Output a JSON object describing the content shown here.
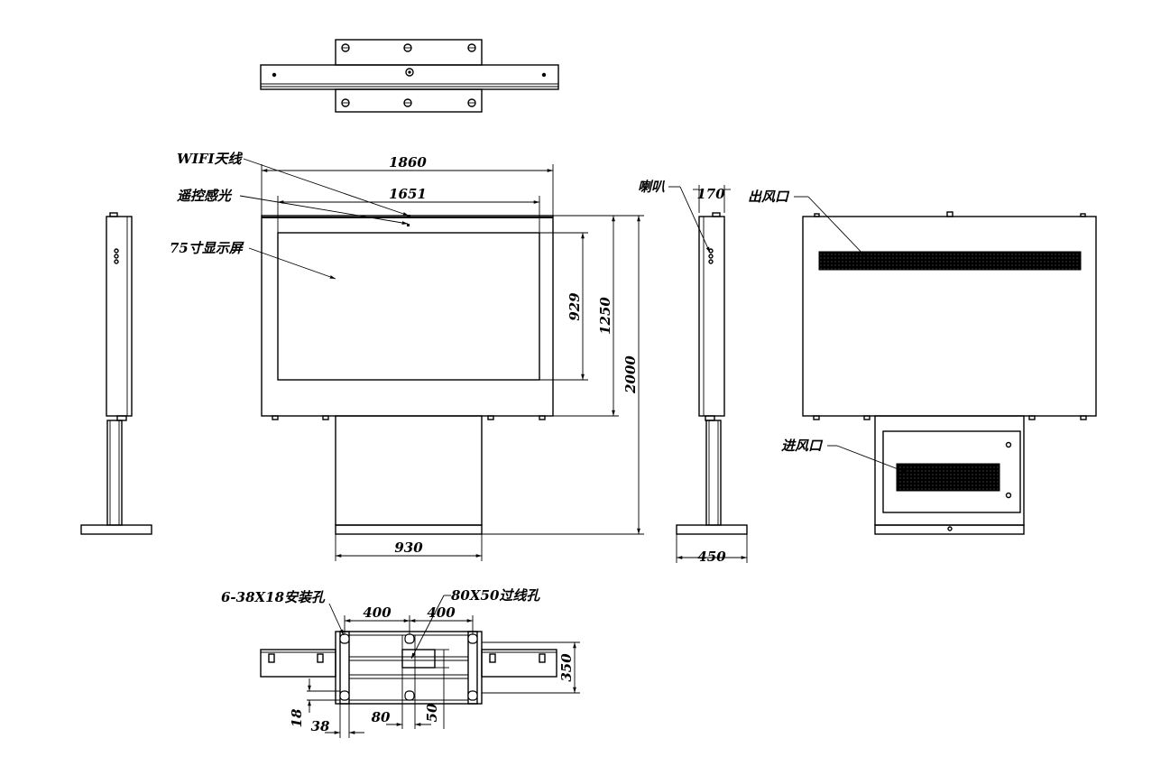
{
  "dimensions": {
    "width_total": "1860",
    "width_screen": "1651",
    "height_view": "929",
    "height_panel": "1250",
    "height_total": "2000",
    "base_width": "930",
    "depth_top": "170",
    "depth_base": "450",
    "plan_spacing_left": "400",
    "plan_spacing_right": "400",
    "plan_depth": "350",
    "plan_hole_h": "18",
    "plan_hole_w": "38",
    "plan_cable_w": "80",
    "plan_cable_h": "50"
  },
  "labels": {
    "wifi_antenna": "WIFI天线",
    "remote_sensor": "遥控感光",
    "display": "75寸显示屏",
    "speaker": "喇叭",
    "air_outlet": "出风口",
    "air_inlet": "进风口",
    "mount_holes": "6-38X18安装孔",
    "cable_hole": "80X50过线孔"
  }
}
